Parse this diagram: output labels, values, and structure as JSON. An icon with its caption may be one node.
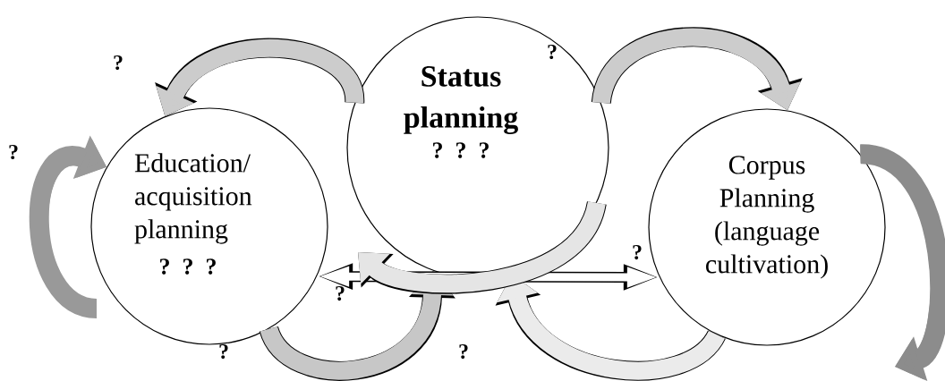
{
  "diagram": {
    "nodes": [
      {
        "text": [
          "Education/ acquisition planning",
          "? ? ?"
        ]
      },
      {
        "text": [
          "Status planning",
          "? ? ?"
        ]
      },
      {
        "text": [
          "Corpus Planning (language cultivation)"
        ]
      }
    ],
    "edges": [
      {
        "from": 1,
        "to": 0,
        "arrow": "to"
      },
      {
        "from": 1,
        "to": 2,
        "arrow": "to"
      },
      {
        "from": 0,
        "to": 1,
        "arrow": "to"
      },
      {
        "from": 2,
        "to": 1,
        "arrow": "to"
      },
      {
        "from": 0,
        "to": 2,
        "arrow": "both"
      },
      {
        "from": null,
        "to": 0,
        "arrow": "to",
        "color": "#999999"
      },
      {
        "from": 2,
        "to": null,
        "arrow": "to",
        "color": "#8c8c8c"
      },
      {
        "from": 1,
        "to": null,
        "arrow": "to"
      }
    ],
    "labels": [
      "?",
      "?",
      "?",
      "?",
      "?",
      "?",
      "?"
    ]
  }
}
